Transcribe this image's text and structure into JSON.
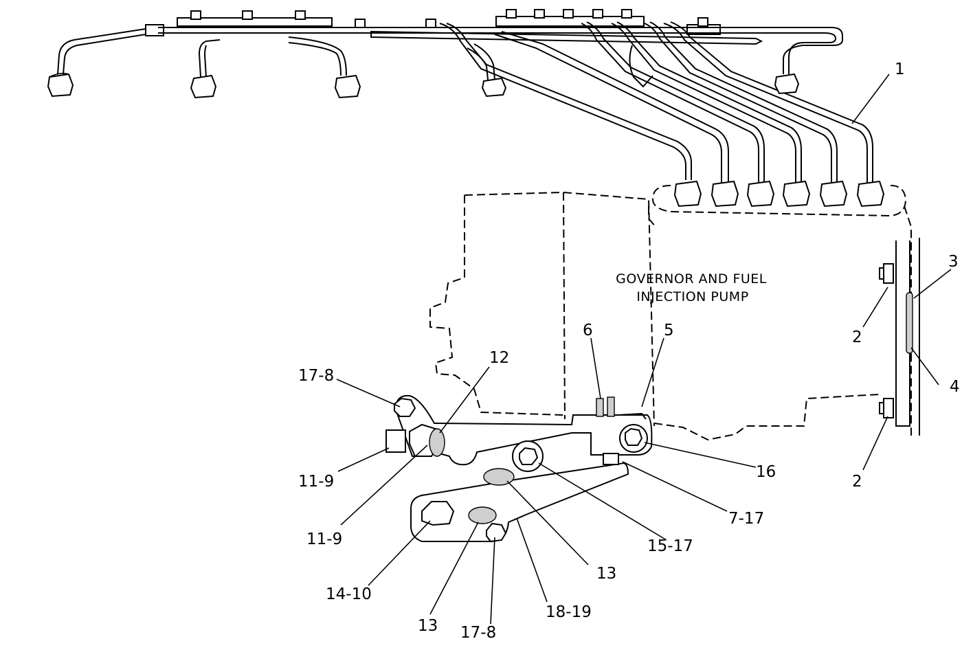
{
  "diagram": {
    "caption_lines": [
      "GOVERNOR AND FUEL",
      "INJECTION PUMP"
    ],
    "callouts": {
      "c1": "1",
      "c2a": "2",
      "c2b": "2",
      "c3": "3",
      "c4": "4",
      "c5": "5",
      "c6": "6",
      "c12": "12",
      "c17_8a": "17-8",
      "c11_9a": "11-9",
      "c11_9b": "11-9",
      "c16": "16",
      "c7_17": "7-17",
      "c15_17": "15-17",
      "c13a": "13",
      "c14_10": "14-10",
      "c13b": "13",
      "c17_8b": "17-8",
      "c18_19": "18-19"
    }
  }
}
